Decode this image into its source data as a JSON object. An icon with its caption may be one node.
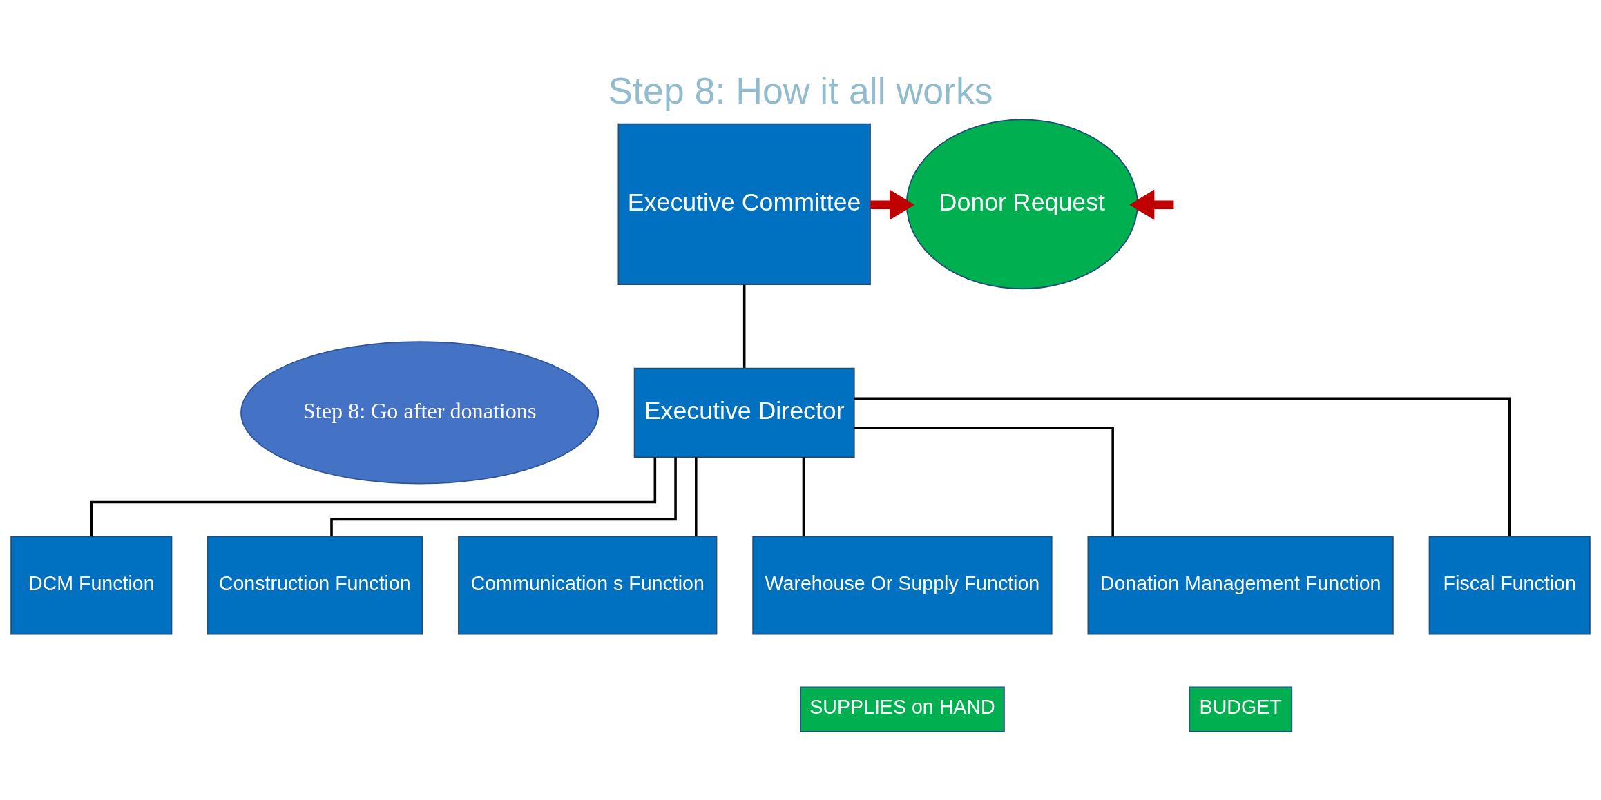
{
  "diagram": {
    "title": "Step 8: How it all works",
    "nodes": [
      {
        "text": [
          "Executive Committee"
        ]
      },
      {
        "text": [
          "Donor Request"
        ]
      },
      {
        "text": [
          "Step 8: Go after donations"
        ]
      },
      {
        "text": [
          "Executive Director"
        ]
      },
      {
        "text": [
          "DCM Function"
        ]
      },
      {
        "text": [
          "Construction Function"
        ]
      },
      {
        "text": [
          "Communication s Function"
        ]
      },
      {
        "text": [
          "Warehouse Or Supply Function"
        ]
      },
      {
        "text": [
          "Donation Management Function"
        ]
      },
      {
        "text": [
          "Fiscal Function"
        ]
      },
      {
        "text": [
          "SUPPLIES on HAND"
        ]
      },
      {
        "text": [
          "BUDGET"
        ]
      }
    ],
    "edges": [
      {
        "from": 0,
        "to": 1,
        "arrow": "to",
        "style": "thick",
        "color": "#c00000"
      },
      {
        "from": 0,
        "to": 3,
        "arrow": "none"
      },
      {
        "from": 3,
        "to": 4,
        "arrow": "none"
      },
      {
        "from": 3,
        "to": 5,
        "arrow": "none"
      },
      {
        "from": 3,
        "to": 6,
        "arrow": "none"
      },
      {
        "from": 3,
        "to": 7,
        "arrow": "none"
      },
      {
        "from": 3,
        "to": 8,
        "arrow": "none"
      },
      {
        "from": 3,
        "to": 9,
        "arrow": "none"
      },
      {
        "from": null,
        "to": 1,
        "arrow": "to",
        "style": "thick",
        "color": "#c00000"
      }
    ]
  }
}
